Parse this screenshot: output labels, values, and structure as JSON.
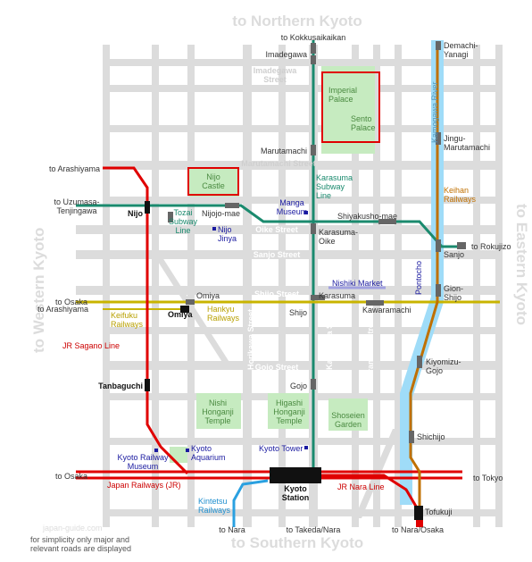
{
  "directions": {
    "north": "to Northern Kyoto",
    "south": "to Southern Kyoto",
    "west": "to Western Kyoto",
    "east": "to Eastern Kyoto"
  },
  "roads": {
    "imadegawa": "Imadegawa Street",
    "marutamachi": "Marutamachi Street",
    "oike": "Oike Street",
    "sanjo": "Sanjo Street",
    "shijo": "Shijo Street",
    "gojo": "Gojo Street",
    "horikawa": "Horikawa Street",
    "karasuma": "Karasuma Street",
    "kawaramachi": "Kawaramachi Street",
    "kamogawa": "Kamogawa River"
  },
  "sights": {
    "imperial": "Imperial Palace",
    "sento": "Sento Palace",
    "nijo_castle": "Nijo Castle",
    "nishi": "Nishi Honganji Temple",
    "higashi": "Higashi Honganji Temple",
    "shoseien": "Shoseien Garden",
    "manga": "Manga Museum",
    "nijo_jinya": "Nijo Jinya",
    "nishiki": "Nishiki Market",
    "kyoto_tower": "Kyoto Tower",
    "railway_museum": "Kyoto Railway Museum",
    "aquarium": "Kyoto Aquarium"
  },
  "stations": {
    "kokkusaikaikan": "to Kokkusaikaikan",
    "imadegawa": "Imadegawa",
    "marutamachi": "Marutamachi",
    "karasuma_oike": "Karasuma-Oike",
    "shiyakusho": "Shiyakusho-mae",
    "nijojo_mae": "Nijojo-mae",
    "nijo": "Nijo",
    "omiya": "Omiya",
    "omiya2": "Omiya",
    "karasuma": "Karasuma",
    "shijo": "Shijo",
    "kawaramachi": "Kawaramachi",
    "gojo": "Gojo",
    "tanbaguchi": "Tanbaguchi",
    "kyoto_station": "Kyoto Station",
    "demachi": "Demachi-Yanagi",
    "jingu": "Jingu-Marutamachi",
    "sanjo": "Sanjo",
    "gion": "Gion-Shijo",
    "kiyomizu": "Kiyomizu-Gojo",
    "shichijo": "Shichijo",
    "tofukuji": "Tofukuji",
    "pontocho": "Pontocho"
  },
  "lines": {
    "karasuma_subway": "Karasuma Subway Line",
    "tozai_subway": "Tozai Subway Line",
    "hankyu": "Hankyu Railways",
    "keifuku": "Keifuku Railways",
    "jr_sagano": "JR Sagano Line",
    "jr": "Japan Railways (JR)",
    "jr_nara": "JR Nara Line",
    "keihan": "Keihan Railways",
    "kintetsu": "Kintetsu Railways"
  },
  "edges": {
    "arashiyama1": "to Arashiyama",
    "uzumasa": "to Uzumasa-Tenjingawa",
    "osaka1": "to Osaka",
    "arashiyama2": "to Arashiyama",
    "osaka2": "to Osaka",
    "tokyo": "to Tokyo",
    "rokujizo": "to Rokujizo",
    "nara": "to Nara",
    "takeda": "to Takeda/Nara",
    "nara_osaka": "to Nara/Osaka"
  },
  "credit": "japan-guide.com",
  "footnote": "for simplicity only major and relevant roads are displayed",
  "colors": {
    "jr_red": "#e00000",
    "subway_green": "#1a8a6e",
    "hankyu_gold": "#c8b400",
    "keihan_orange": "#c07000",
    "kintetsu_blue": "#2aa0e0",
    "river_blue": "#9fdcf8",
    "road_gray": "#dcdcdc",
    "park_green": "#c6ebc0"
  }
}
